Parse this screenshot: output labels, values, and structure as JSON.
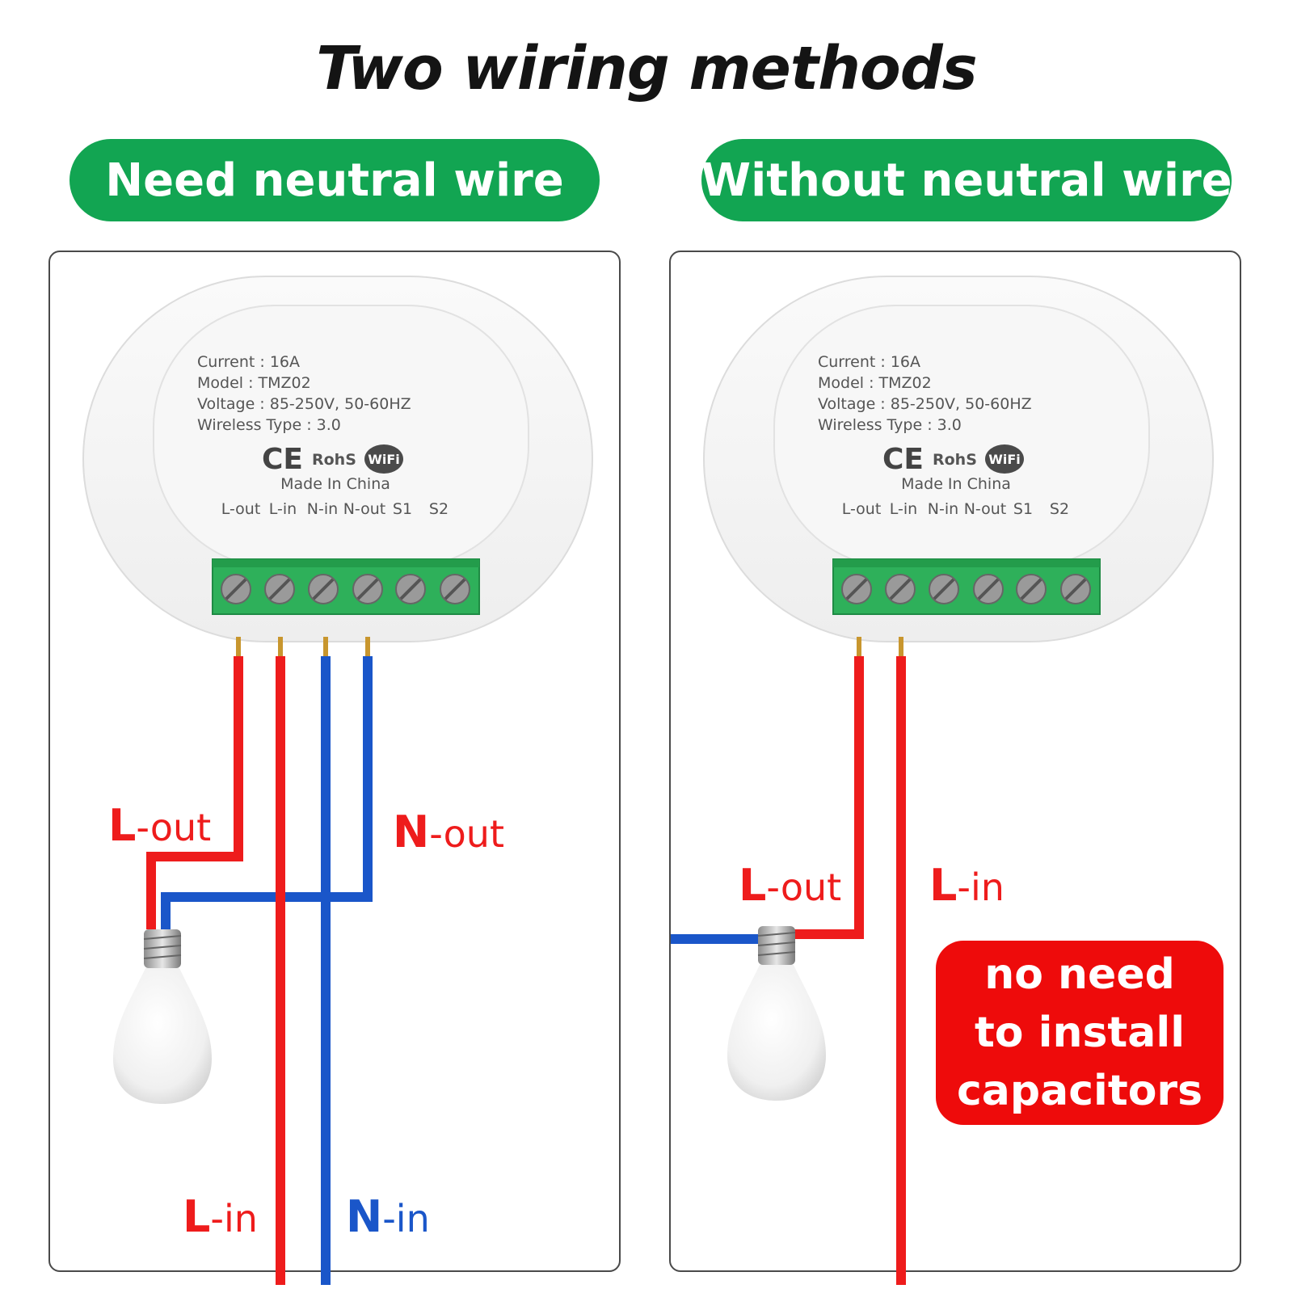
{
  "title": "Two wiring methods",
  "colors": {
    "green": "#12a552",
    "live": "#ee1c1c",
    "neutral": "#1a56c9",
    "terminal": "#2eb05a",
    "badge": "#ee0b0b"
  },
  "methods": [
    {
      "heading": "Need neutral wire",
      "device": {
        "specs": [
          "Current : 16A",
          "Model : TMZ02",
          "Voltage : 85-250V, 50-60HZ",
          "Wireless Type : 3.0"
        ],
        "cert_ce": "CE",
        "cert_rohs": "RohS",
        "cert_wifi": "WiFi",
        "made_in": "Made In China",
        "terminals": [
          "L-out",
          "L-in",
          "N-in",
          "N-out",
          "S1",
          "S2"
        ]
      },
      "wire_labels": {
        "l_out": {
          "initial": "L",
          "rest": "-out"
        },
        "n_out": {
          "initial": "N",
          "rest": "-out"
        },
        "l_in": {
          "initial": "L",
          "rest": "-in"
        },
        "n_in": {
          "initial": "N",
          "rest": "-in"
        }
      }
    },
    {
      "heading": "Without neutral wire",
      "device": {
        "specs": [
          "Current : 16A",
          "Model : TMZ02",
          "Voltage : 85-250V, 50-60HZ",
          "Wireless Type : 3.0"
        ],
        "cert_ce": "CE",
        "cert_rohs": "RohS",
        "cert_wifi": "WiFi",
        "made_in": "Made In China",
        "terminals": [
          "L-out",
          "L-in",
          "N-in",
          "N-out",
          "S1",
          "S2"
        ]
      },
      "wire_labels": {
        "l_out": {
          "initial": "L",
          "rest": "-out"
        },
        "l_in": {
          "initial": "L",
          "rest": "-in"
        }
      },
      "note_lines": [
        "no need",
        "to install",
        "capacitors"
      ]
    }
  ]
}
